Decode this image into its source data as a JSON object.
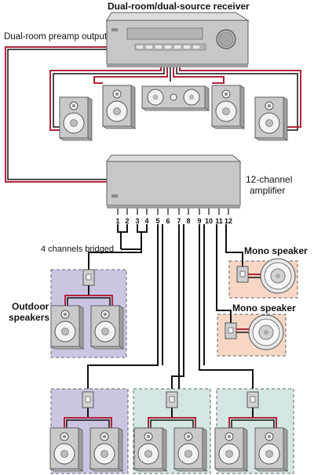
{
  "receiver": {
    "title": "Dual-room/dual-source receiver"
  },
  "preamp": {
    "label": "Dual-room preamp output"
  },
  "amplifier": {
    "label_line1": "12-channel",
    "label_line2": "amplifier"
  },
  "channels": [
    "1",
    "2",
    "3",
    "4",
    "5",
    "6",
    "7",
    "8",
    "9",
    "10",
    "11",
    "12"
  ],
  "bridged": {
    "label": "4 channels bridged"
  },
  "outdoor": {
    "label_line1": "Outdoor",
    "label_line2": "speakers"
  },
  "mono": [
    {
      "label": "Mono speaker"
    },
    {
      "label": "Mono speaker"
    }
  ],
  "colors": {
    "wire_red": "#b0243a",
    "wire_black": "#111111",
    "device_gray": "#c7c7c9",
    "zone_purple": "#cbc5e2",
    "zone_teal": "#d3e6e4",
    "zone_peach": "#f7d6c4"
  },
  "icons": [
    "receiver-icon",
    "amplifier-icon",
    "speaker-icon",
    "center-speaker-icon",
    "volume-control-icon",
    "mono-speaker-icon"
  ]
}
